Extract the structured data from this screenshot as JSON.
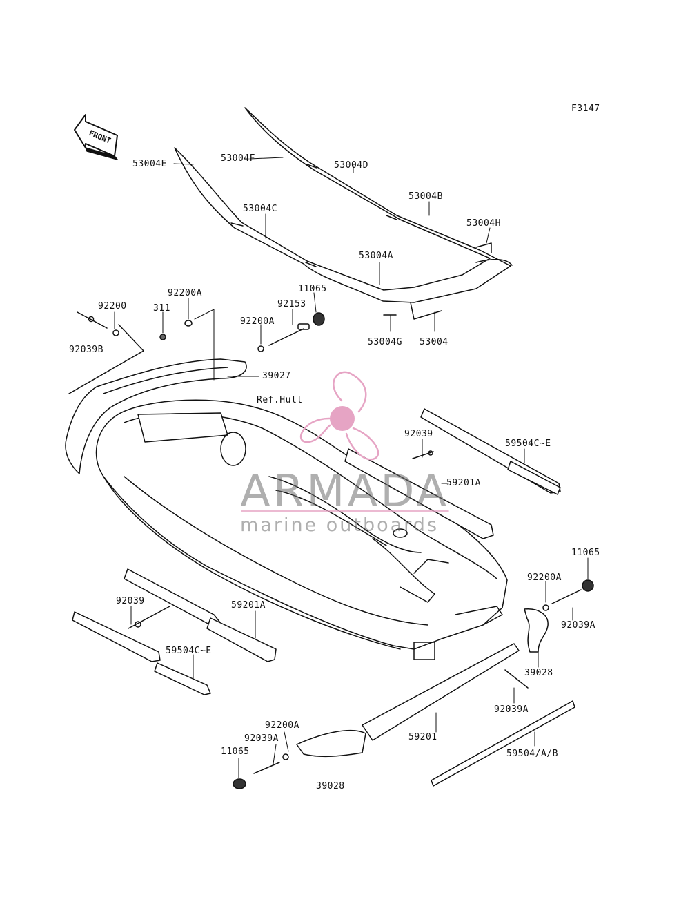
{
  "figure_code": "F3147",
  "front_label": "FRONT",
  "ref_label": "Ref.Hull",
  "watermark": {
    "title": "ARMADA",
    "subtitle": "marine outboards",
    "accent_color": "#e6a4c4"
  },
  "labels": {
    "p53004F": "53004F",
    "p53004D": "53004D",
    "p53004E": "53004E",
    "p53004B": "53004B",
    "p53004C": "53004C",
    "p53004H": "53004H",
    "p53004A": "53004A",
    "p53004G": "53004G",
    "p53004": "53004",
    "p92200A_top": "92200A",
    "p92200": "92200",
    "p311": "311",
    "p11065_top": "11065",
    "p92153": "92153",
    "p92200A_mid": "92200A",
    "p92039B": "92039B",
    "p39027": "39027",
    "p92039_right": "92039",
    "p59504CE_right": "59504C~E",
    "p59201A_right": "59201A",
    "p11065_right": "11065",
    "p92200A_right": "92200A",
    "p92039A_right": "92039A",
    "p39028_right": "39028",
    "p92039_left": "92039",
    "p59201A_left": "59201A",
    "p59504CE_left": "59504C~E",
    "p92039A_low": "92039A",
    "p92200A_bottom": "92200A",
    "p92039A_bottom": "92039A",
    "p11065_bottom": "11065",
    "p59201": "59201",
    "p59504AB": "59504/A/B",
    "p39028_bottom": "39028"
  }
}
